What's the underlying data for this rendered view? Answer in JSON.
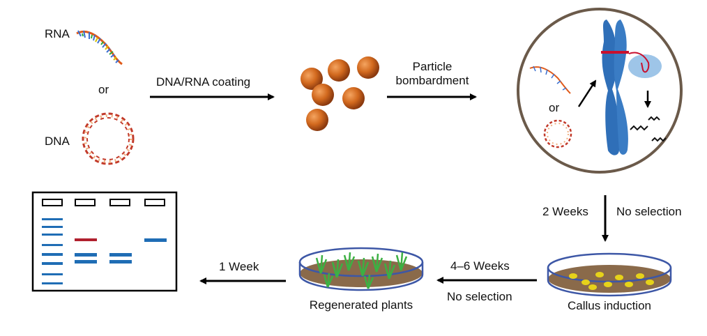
{
  "inputs": {
    "rna_label": "RNA",
    "or_label": "or",
    "dna_label": "DNA"
  },
  "steps": {
    "coating_label": "DNA/RNA coating",
    "bombardment_line1": "Particle",
    "bombardment_line2": "bombardment",
    "cell_or_label": "or",
    "weeks2_label": "2 Weeks",
    "no_selection_top": "No selection",
    "callus_label": "Callus induction",
    "weeks46_label": "4–6 Weeks",
    "no_selection_bottom": "No selection",
    "regenerated_label": "Regenerated plants",
    "week1_label": "1 Week"
  },
  "colors": {
    "particle": "#d2691e",
    "chromosome": "#2f6fb8",
    "gel_band_blue": "#1f6db5",
    "gel_band_red": "#b0202e",
    "cell_border": "#6b5a4a",
    "dish_rim": "#3d57a6",
    "dish_medium": "#8a6a4a",
    "callus": "#e6d21a",
    "plant": "#3cb043"
  },
  "icons": {
    "rna": "rna-strand-icon",
    "dna": "circular-dna-icon",
    "particles": "gold-particles-icon",
    "cell": "cell-nucleus-icon",
    "dish_callus": "petri-dish-callus-icon",
    "dish_plants": "petri-dish-plants-icon",
    "gel": "gel-electrophoresis-icon"
  }
}
